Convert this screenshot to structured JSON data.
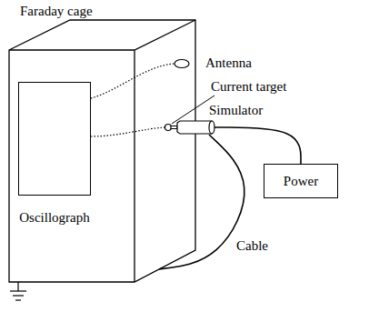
{
  "diagram": {
    "nodes": [
      {
        "text": [
          "Faraday cage"
        ]
      },
      {
        "text": [
          "Oscillograph"
        ],
        "in": 0
      },
      {
        "text": [
          "Simulator"
        ]
      },
      {
        "text": [
          "Power"
        ]
      }
    ],
    "edges": [
      {
        "from": 2,
        "to": 3,
        "arrow": "none"
      },
      {
        "from": 2,
        "to": 0,
        "arrow": "none",
        "label": "Cable"
      }
    ],
    "labels": [
      "Antenna",
      "Current target"
    ]
  }
}
